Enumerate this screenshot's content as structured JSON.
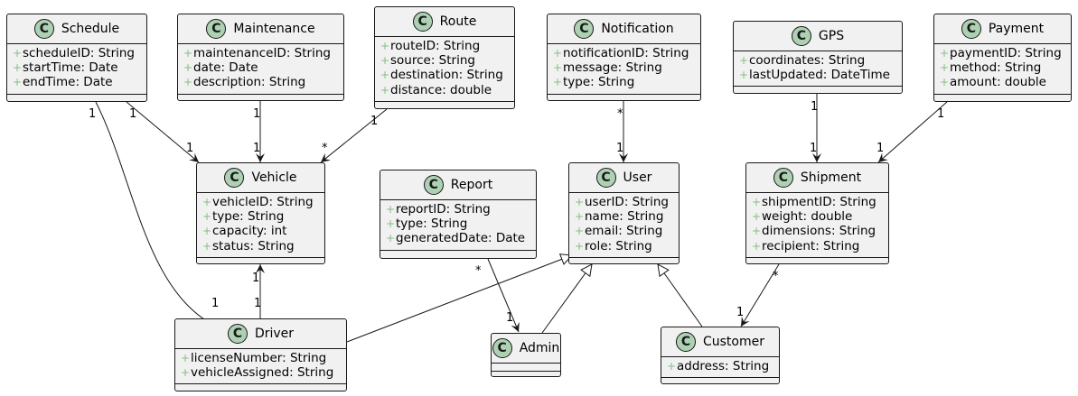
{
  "colors": {
    "badge": "#add1b2",
    "box_fill": "#f1f1f1",
    "line": "#181818",
    "visibility": "#84be84"
  },
  "visibility_symbol": "+",
  "class_icon": "C",
  "classes": {
    "schedule": {
      "name": "Schedule",
      "attrs": [
        "scheduleID: String",
        "startTime: Date",
        "endTime: Date"
      ]
    },
    "maintenance": {
      "name": "Maintenance",
      "attrs": [
        "maintenanceID: String",
        "date: Date",
        "description: String"
      ]
    },
    "route": {
      "name": "Route",
      "attrs": [
        "routeID: String",
        "source: String",
        "destination: String",
        "distance: double"
      ]
    },
    "notification": {
      "name": "Notification",
      "attrs": [
        "notificationID: String",
        "message: String",
        "type: String"
      ]
    },
    "gps": {
      "name": "GPS",
      "attrs": [
        "coordinates: String",
        "lastUpdated: DateTime"
      ]
    },
    "payment": {
      "name": "Payment",
      "attrs": [
        "paymentID: String",
        "method: String",
        "amount: double"
      ]
    },
    "vehicle": {
      "name": "Vehicle",
      "attrs": [
        "vehicleID: String",
        "type: String",
        "capacity: int",
        "status: String"
      ]
    },
    "report": {
      "name": "Report",
      "attrs": [
        "reportID: String",
        "type: String",
        "generatedDate: Date"
      ]
    },
    "user": {
      "name": "User",
      "attrs": [
        "userID: String",
        "name: String",
        "email: String",
        "role: String"
      ]
    },
    "shipment": {
      "name": "Shipment",
      "attrs": [
        "shipmentID: String",
        "weight: double",
        "dimensions: String",
        "recipient: String"
      ]
    },
    "driver": {
      "name": "Driver",
      "attrs": [
        "licenseNumber: String",
        "vehicleAssigned: String"
      ]
    },
    "admin": {
      "name": "Admin",
      "attrs": []
    },
    "customer": {
      "name": "Customer",
      "attrs": [
        "address: String"
      ]
    }
  },
  "associations": [
    {
      "from": "schedule",
      "to": "vehicle",
      "from_mult": "1",
      "to_mult": "1"
    },
    {
      "from": "schedule",
      "to": "driver",
      "from_mult": "1",
      "to_mult": "1"
    },
    {
      "from": "maintenance",
      "to": "vehicle",
      "from_mult": "1",
      "to_mult": "1"
    },
    {
      "from": "route",
      "to": "vehicle",
      "from_mult": "1",
      "to_mult": "*"
    },
    {
      "from": "notification",
      "to": "user",
      "from_mult": "*",
      "to_mult": "1"
    },
    {
      "from": "gps",
      "to": "shipment",
      "from_mult": "1",
      "to_mult": "1"
    },
    {
      "from": "payment",
      "to": "shipment",
      "from_mult": "1",
      "to_mult": "1"
    },
    {
      "from": "report",
      "to": "admin",
      "from_mult": "*",
      "to_mult": "1"
    },
    {
      "from": "shipment",
      "to": "customer",
      "from_mult": "*",
      "to_mult": "1"
    },
    {
      "from": "driver",
      "to": "vehicle",
      "from_mult": "1",
      "to_mult": "1"
    }
  ],
  "generalizations": [
    {
      "child": "driver",
      "parent": "user"
    },
    {
      "child": "admin",
      "parent": "user"
    },
    {
      "child": "customer",
      "parent": "user"
    }
  ]
}
